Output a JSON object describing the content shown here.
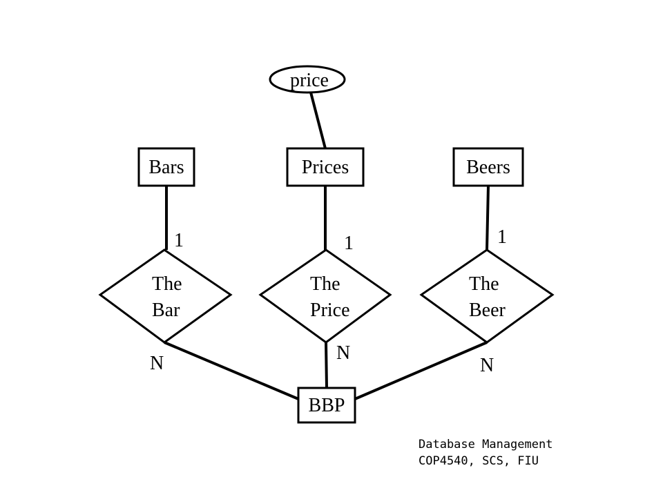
{
  "attribute": {
    "label": "price"
  },
  "entities": {
    "bars": "Bars",
    "prices": "Prices",
    "beers": "Beers",
    "bbp": "BBP"
  },
  "relationships": {
    "the_bar": {
      "line1": "The",
      "line2": "Bar"
    },
    "the_price": {
      "line1": "The",
      "line2": "Price"
    },
    "the_beer": {
      "line1": "The",
      "line2": "Beer"
    }
  },
  "cardinalities": {
    "bar_one": "1",
    "price_one": "1",
    "beer_one": "1",
    "bar_many": "N",
    "price_many": "N",
    "beer_many": "N"
  },
  "footer": {
    "line1": "Database Management",
    "line2": "COP4540, SCS, FIU"
  }
}
